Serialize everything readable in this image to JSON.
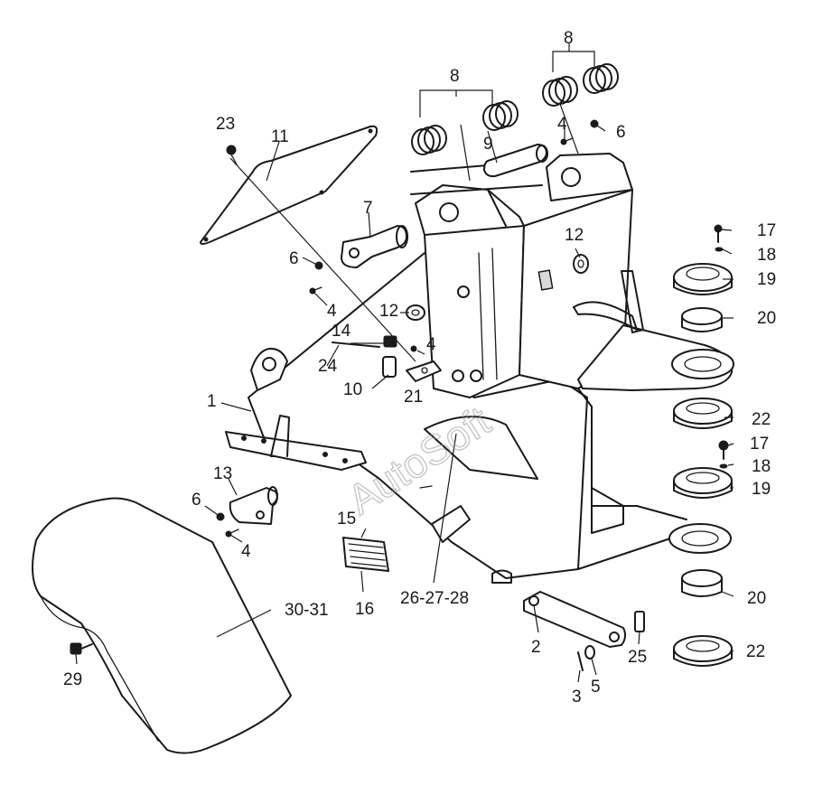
{
  "watermark": "AutoSoft",
  "callouts": {
    "c1": "1",
    "c2": "2",
    "c3": "3",
    "c4a": "4",
    "c4b": "4",
    "c4c": "4",
    "c4d": "4",
    "c5": "5",
    "c6a": "6",
    "c6b": "6",
    "c6c": "6",
    "c7": "7",
    "c8a": "8",
    "c8b": "8",
    "c9": "9",
    "c10": "10",
    "c11": "11",
    "c12a": "12",
    "c12b": "12",
    "c13": "13",
    "c14": "14",
    "c15": "15",
    "c16": "16",
    "c17a": "17",
    "c17b": "17",
    "c18a": "18",
    "c18b": "18",
    "c19a": "19",
    "c19b": "19",
    "c20a": "20",
    "c20b": "20",
    "c21": "21",
    "c22a": "22",
    "c22b": "22",
    "c23": "23",
    "c24": "24",
    "c25": "25",
    "c26": "26-27-28",
    "c29": "29",
    "c30": "30-31"
  }
}
